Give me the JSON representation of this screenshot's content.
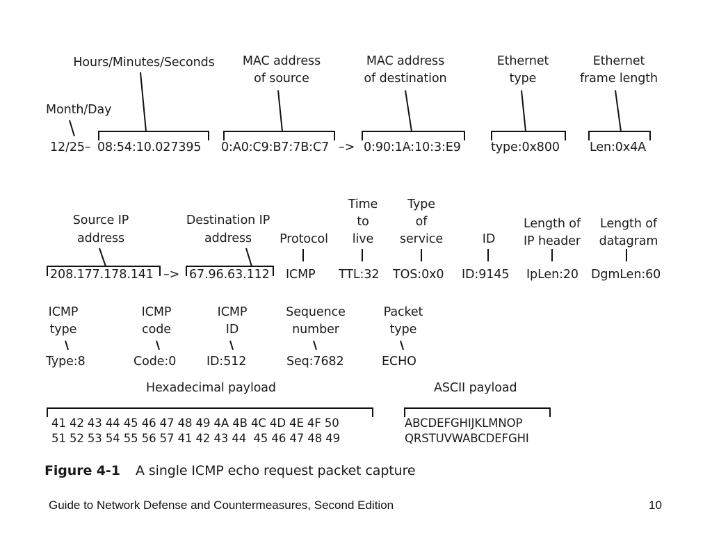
{
  "row1": {
    "labels": {
      "month_day": "Month/Day",
      "hms": "Hours/Minutes/Seconds",
      "mac_src": [
        "MAC address",
        "of source"
      ],
      "mac_dst": [
        "MAC address",
        "of destination"
      ],
      "eth_type": [
        "Ethernet",
        "type"
      ],
      "eth_len": [
        "Ethernet",
        "frame length"
      ]
    },
    "values": {
      "date": "12/25–",
      "time": "08:54:10.027395",
      "mac_src": "0:A0:C9:B7:7B:C7",
      "arrow": "–>",
      "mac_dst": "0:90:1A:10:3:E9",
      "eth_type": "type:0x800",
      "eth_len": "Len:0x4A"
    }
  },
  "row2": {
    "labels": {
      "src_ip": [
        "Source IP",
        "address"
      ],
      "dst_ip": [
        "Destination IP",
        "address"
      ],
      "protocol": "Protocol",
      "ttl": [
        "Time",
        "to",
        "live"
      ],
      "tos": [
        "Type",
        "of",
        "service"
      ],
      "id": "ID",
      "ip_hdr_len": [
        "Length of",
        "IP header"
      ],
      "dgm_len": [
        "Length of",
        "datagram"
      ]
    },
    "values": {
      "src_ip": "208.177.178.141",
      "arrow": "–>",
      "dst_ip": "67.96.63.112",
      "protocol": "ICMP",
      "ttl": "TTL:32",
      "tos": "TOS:0x0",
      "id": "ID:9145",
      "ip_hdr_len": "IpLen:20",
      "dgm_len": "DgmLen:60"
    }
  },
  "row3": {
    "labels": {
      "icmp_type": [
        "ICMP",
        "type"
      ],
      "icmp_code": [
        "ICMP",
        "code"
      ],
      "icmp_id": [
        "ICMP",
        "ID"
      ],
      "seq": [
        "Sequence",
        "number"
      ],
      "pkt_type": [
        "Packet",
        "type"
      ]
    },
    "values": {
      "icmp_type": "Type:8",
      "icmp_code": "Code:0",
      "icmp_id": "ID:512",
      "seq": "Seq:7682",
      "pkt_type": "ECHO"
    }
  },
  "payload": {
    "hex_label": "Hexadecimal payload",
    "ascii_label": "ASCII payload",
    "hex_lines": [
      "41 42 43 44 45 46 47 48 49 4A 4B 4C 4D 4E 4F 50",
      "51 52 53 54 55 56 57 41 42 43 44  45 46 47 48 49"
    ],
    "ascii_lines": [
      "ABCDEFGHIJKLMNOP",
      "QRSTUVWABCDEFGHI"
    ]
  },
  "caption": {
    "label": "Figure 4-1",
    "text": "A single ICMP echo request packet capture"
  },
  "footer": {
    "book_title": "Guide to Network Defense and Countermeasures, Second Edition",
    "page_number": "10"
  }
}
